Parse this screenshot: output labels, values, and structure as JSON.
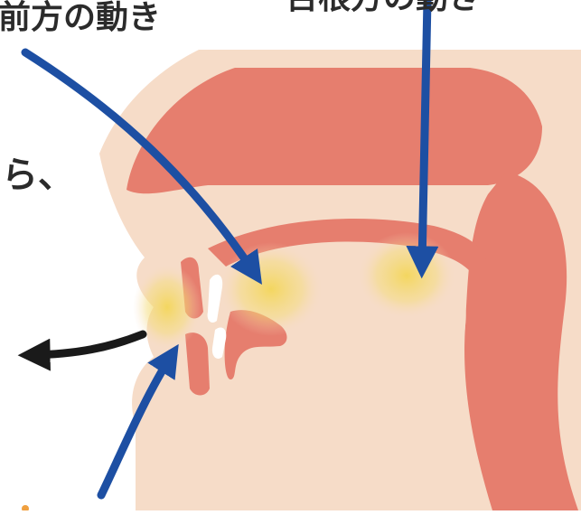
{
  "labels": {
    "front_movement": "前方の動き",
    "side_fragment": "ら、",
    "top_right_fragment": "舌根方の動き"
  },
  "colors": {
    "skin": "#f6dcc8",
    "tissue": "#e67e6e",
    "tissue_dark": "#d96a5b",
    "glow": "#f3d65a",
    "arrow_blue": "#1d4fa3",
    "arrow_black": "#1a1a1a"
  },
  "icons": {
    "arrow_front": "arrow-down-right-icon",
    "arrow_back": "arrow-down-icon",
    "arrow_out": "arrow-left-icon",
    "arrow_lips": "arrow-up-right-icon"
  }
}
